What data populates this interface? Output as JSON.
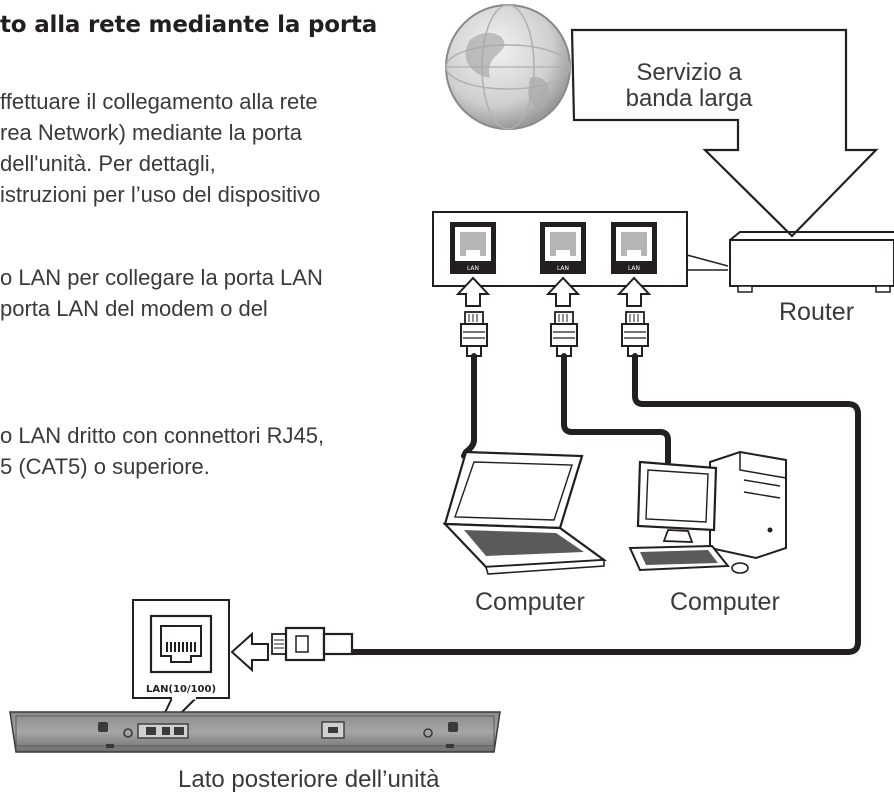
{
  "heading": "to alla rete mediante la porta",
  "paragraphs": {
    "p1": [
      "ffettuare il collegamento alla rete",
      "rea Network) mediante la porta",
      " dell'unità. Per dettagli,",
      "istruzioni per l’uso del dispositivo"
    ],
    "p2": [
      "o LAN per collegare la porta LAN",
      " porta LAN del modem o del"
    ],
    "p3": [
      "o LAN dritto con connettori RJ45,",
      "5 (CAT5) o superiore."
    ]
  },
  "labels": {
    "broadband_line1": "Servizio a",
    "broadband_line2": "banda larga",
    "router": "Router",
    "computer_laptop": "Computer",
    "computer_desktop": "Computer",
    "rear_panel": "Lato posteriore dell’unità",
    "hub_port": "LAN",
    "unit_port": "LAN(10/100)"
  },
  "colors": {
    "line": "#231f20",
    "device_gray": "#8c8c8c",
    "panel_dark": "#3a3a3a",
    "globe": "#d9d9d9"
  },
  "icons": [
    "globe-icon",
    "router-icon",
    "lan-port-icon",
    "ethernet-plug-icon",
    "laptop-icon",
    "desktop-computer-icon",
    "arrow-icon"
  ]
}
